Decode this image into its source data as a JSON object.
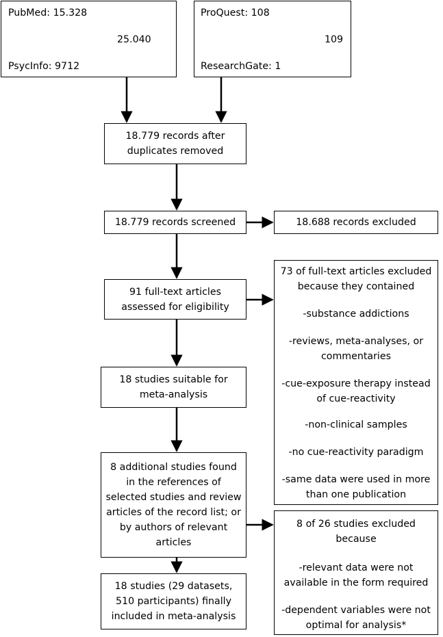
{
  "sources_left": {
    "pubmed": "PubMed: 15.328",
    "psycinfo": "PsycInfo: 9712",
    "total": "25.040"
  },
  "sources_right": {
    "proquest": "ProQuest: 108",
    "researchgate": "ResearchGate: 1",
    "total": "109"
  },
  "after_duplicates": [
    "18.779 records after",
    "duplicates removed"
  ],
  "screened": "18.779 records screened",
  "screened_excluded": "18.688 records excluded",
  "fulltext": [
    "91 full-text articles",
    "assessed for eligibility"
  ],
  "fulltext_excluded": {
    "header": [
      "73 of full-text articles excluded",
      "because  they contained"
    ],
    "reasons": [
      [
        "-substance addictions"
      ],
      [
        "-reviews, meta-analyses, or",
        "commentaries"
      ],
      [
        "-cue-exposure therapy instead",
        "of cue-reactivity"
      ],
      [
        "-non-clinical samples"
      ],
      [
        "-no cue-reactivity paradigm"
      ],
      [
        "-same data were used in more",
        "than one publication"
      ]
    ]
  },
  "suitable": [
    "18 studies suitable for",
    "meta-analysis"
  ],
  "additional": [
    "8 additional  studies found",
    "in the references of",
    "selected studies and review",
    "articles of the record list; or",
    "by authors of relevant",
    "articles"
  ],
  "additional_excluded": {
    "header": [
      "8 of 26 studies excluded",
      "because"
    ],
    "reasons": [
      [
        "-relevant data were not",
        "available in the form required"
      ],
      [
        "-dependent variables  were not",
        "optimal  for analysis*"
      ]
    ]
  },
  "final": [
    "18 studies (29 datasets,",
    "510 participants) finally",
    "included in meta-analysis"
  ]
}
